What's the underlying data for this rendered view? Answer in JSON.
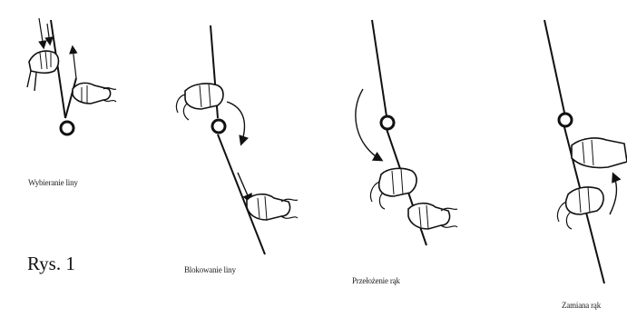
{
  "figure_label": "Rys. 1",
  "panels": [
    {
      "caption": "Wybieranie liny"
    },
    {
      "caption": "Blokowanie liny"
    },
    {
      "caption": "Przełożenie rąk"
    },
    {
      "caption": "Zamiana rąk"
    }
  ],
  "colors": {
    "ink": "#111111",
    "background": "#ffffff"
  },
  "icons": [
    "rope",
    "belay-device",
    "hand",
    "motion-arrow"
  ]
}
